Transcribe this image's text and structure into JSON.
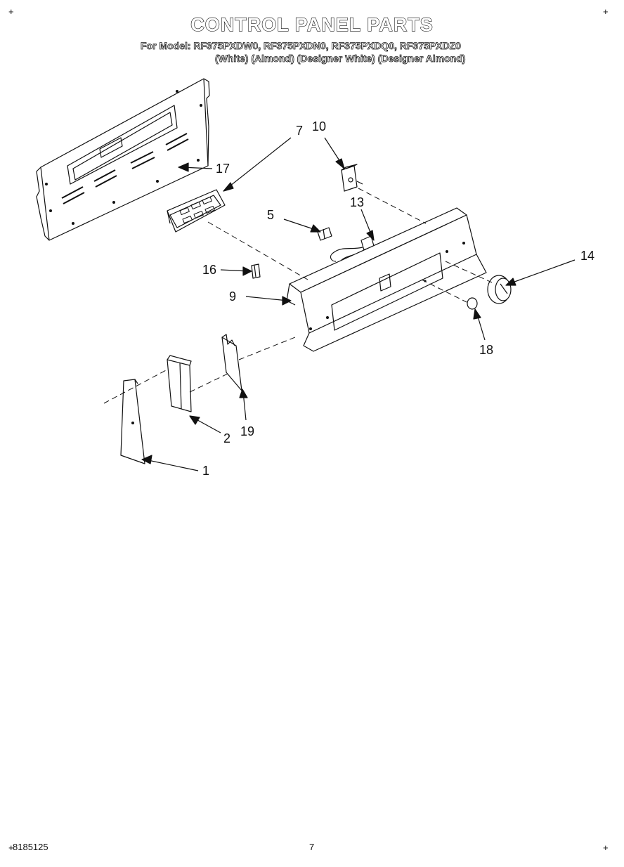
{
  "header": {
    "title": "CONTROL PANEL PARTS",
    "models_line": "For Model: RF375PXDW0, RF375PXDN0, RF375PXDQ0, RF375PXDZ0",
    "variants_line": "(White)  (Almond) (Designer White) (Designer Almond)"
  },
  "corner_marks": [
    "+",
    "+",
    "+",
    "+"
  ],
  "callouts": {
    "c1": "1",
    "c2": "2",
    "c5": "5",
    "c7": "7",
    "c9": "9",
    "c10": "10",
    "c13": "13",
    "c14": "14",
    "c16": "16",
    "c17": "17",
    "c18": "18",
    "c19": "19"
  },
  "footer": {
    "doc_number": "8185125",
    "page_number": "7"
  }
}
